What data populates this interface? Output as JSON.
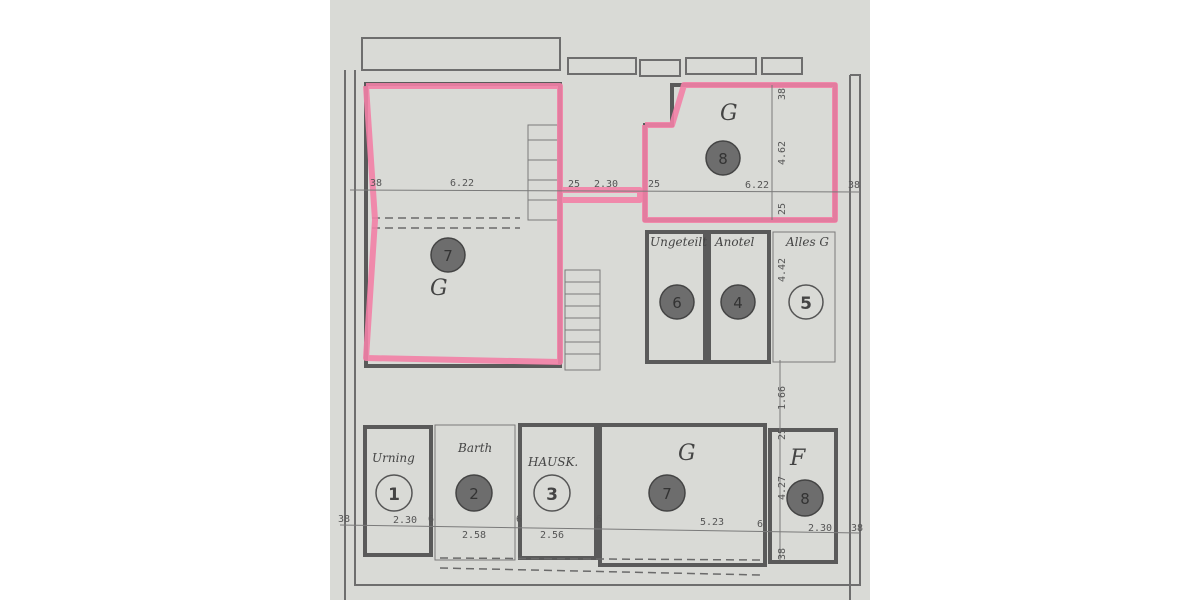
{
  "plan": {
    "colors": {
      "paper": "#d9dad6",
      "highlight": "#f27fa6",
      "ink": "#555555"
    },
    "dimensions": {
      "top_left_width": "6.22",
      "top_left_wall": "38",
      "top_left_gap": "25",
      "corridor_width": "2.30",
      "top_right_gap": "25",
      "top_right_width": "6.22",
      "top_right_wall": "38",
      "top_right_height": "4.62",
      "top_right_top": "38",
      "top_right_bottom": "25",
      "small_rooms_height": "4.42",
      "passage_height": "1.66",
      "bottom_right_top": "25",
      "bottom_right_height": "4.27",
      "bottom_right_bottom": "38",
      "bottom_left_wall": "38",
      "bottom_right_wall": "38",
      "room1_width": "2.30",
      "room2_width": "2.58",
      "room3_width": "2.56",
      "room7_width": "5.23",
      "room8b_width": "2.30",
      "wall_a": "6",
      "wall_b": "6",
      "wall_c": "6",
      "wall_d": "6"
    },
    "handwritten": {
      "top_left_room": "G",
      "top_right_room": "G",
      "room6": "Ungeteilt",
      "room4": "Anotel",
      "room5": "Alles G",
      "room1": "Urning",
      "room2": "Barth",
      "room3": "HAUSK.",
      "room7": "G",
      "room8b": "F"
    },
    "room_numbers": {
      "top_left": "7",
      "top_right": "8",
      "r6": "6",
      "r4": "4",
      "r5": "5",
      "r1": "1",
      "r2": "2",
      "r3": "3",
      "r7": "7",
      "r8b": "8"
    }
  }
}
